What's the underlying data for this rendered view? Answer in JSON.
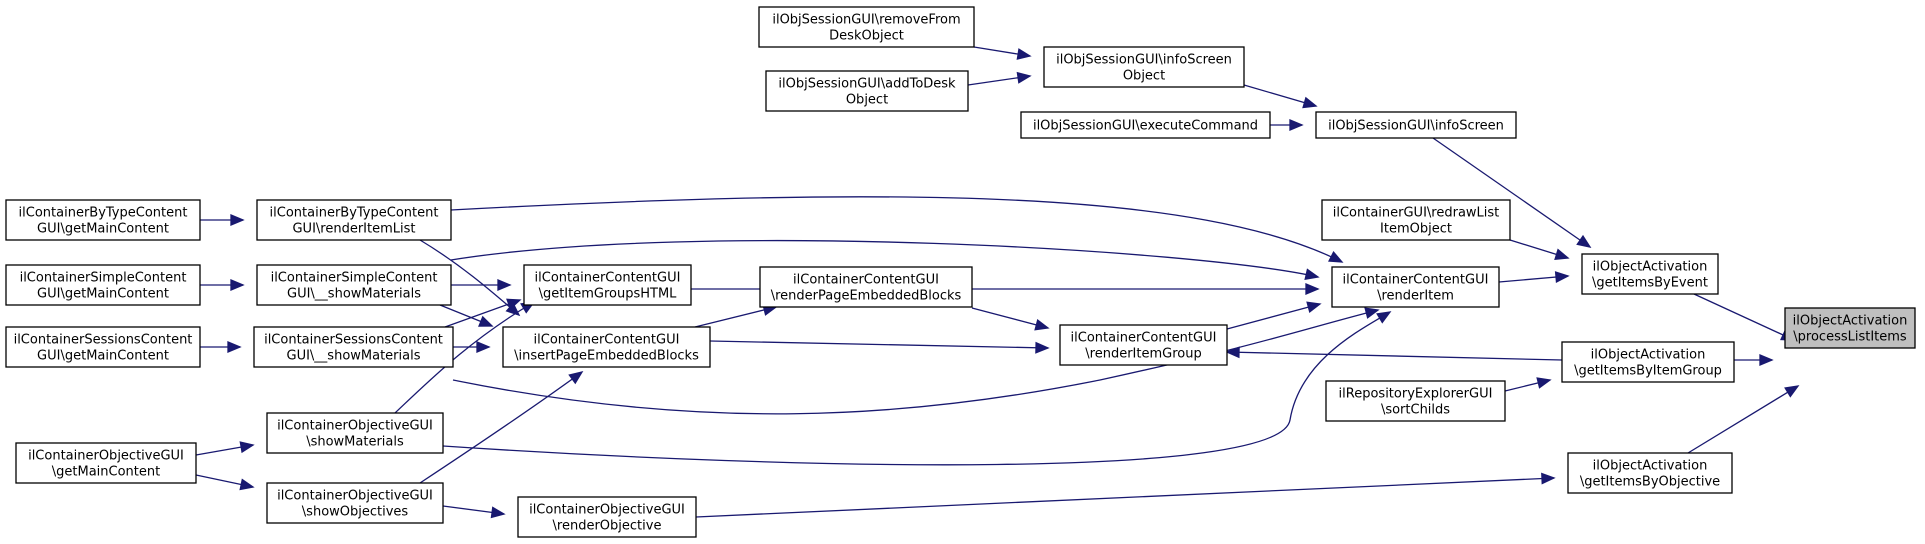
{
  "nodes": {
    "process_list_items": [
      "ilObjectActivation",
      "\\processListItems"
    ],
    "get_items_by_event": [
      "ilObjectActivation",
      "\\getItemsByEvent"
    ],
    "get_items_by_item_group": [
      "ilObjectActivation",
      "\\getItemsByItemGroup"
    ],
    "get_items_by_objective": [
      "ilObjectActivation",
      "\\getItemsByObjective"
    ],
    "session_info_screen": [
      "ilObjSessionGUI\\infoScreen"
    ],
    "session_info_screen_object": [
      "ilObjSessionGUI\\infoScreen",
      "Object"
    ],
    "session_remove_from_desk": [
      "ilObjSessionGUI\\removeFrom",
      "DeskObject"
    ],
    "session_add_to_desk": [
      "ilObjSessionGUI\\addToDesk",
      "Object"
    ],
    "session_execute_command": [
      "ilObjSessionGUI\\executeCommand"
    ],
    "container_gui_redraw": [
      "ilContainerGUI\\redrawList",
      "ItemObject"
    ],
    "content_render_item": [
      "ilContainerContentGUI",
      "\\renderItem"
    ],
    "content_render_item_group": [
      "ilContainerContentGUI",
      "\\renderItemGroup"
    ],
    "content_render_page_blocks": [
      "ilContainerContentGUI",
      "\\renderPageEmbeddedBlocks"
    ],
    "content_item_groups_html": [
      "ilContainerContentGUI",
      "\\getItemGroupsHTML"
    ],
    "content_insert_page_blocks": [
      "ilContainerContentGUI",
      "\\insertPageEmbeddedBlocks"
    ],
    "bytype_render_list": [
      "ilContainerByTypeContent",
      "GUI\\renderItemList"
    ],
    "bytype_main": [
      "ilContainerByTypeContent",
      "GUI\\getMainContent"
    ],
    "simple_show_materials": [
      "ilContainerSimpleContent",
      "GUI\\__showMaterials"
    ],
    "simple_main": [
      "ilContainerSimpleContent",
      "GUI\\getMainContent"
    ],
    "sessions_show_materials": [
      "ilContainerSessionsContent",
      "GUI\\__showMaterials"
    ],
    "sessions_main": [
      "ilContainerSessionsContent",
      "GUI\\getMainContent"
    ],
    "objective_show_materials": [
      "ilContainerObjectiveGUI",
      "\\showMaterials"
    ],
    "objective_show_objectives": [
      "ilContainerObjectiveGUI",
      "\\showObjectives"
    ],
    "objective_main": [
      "ilContainerObjectiveGUI",
      "\\getMainContent"
    ],
    "objective_render": [
      "ilContainerObjectiveGUI",
      "\\renderObjective"
    ],
    "repository_sort_childs": [
      "ilRepositoryExplorerGUI",
      "\\sortChilds"
    ]
  },
  "colors": {
    "edge": "#191970",
    "node_border": "#000000",
    "focus_fill": "#bfbfbf",
    "background": "#ffffff"
  }
}
